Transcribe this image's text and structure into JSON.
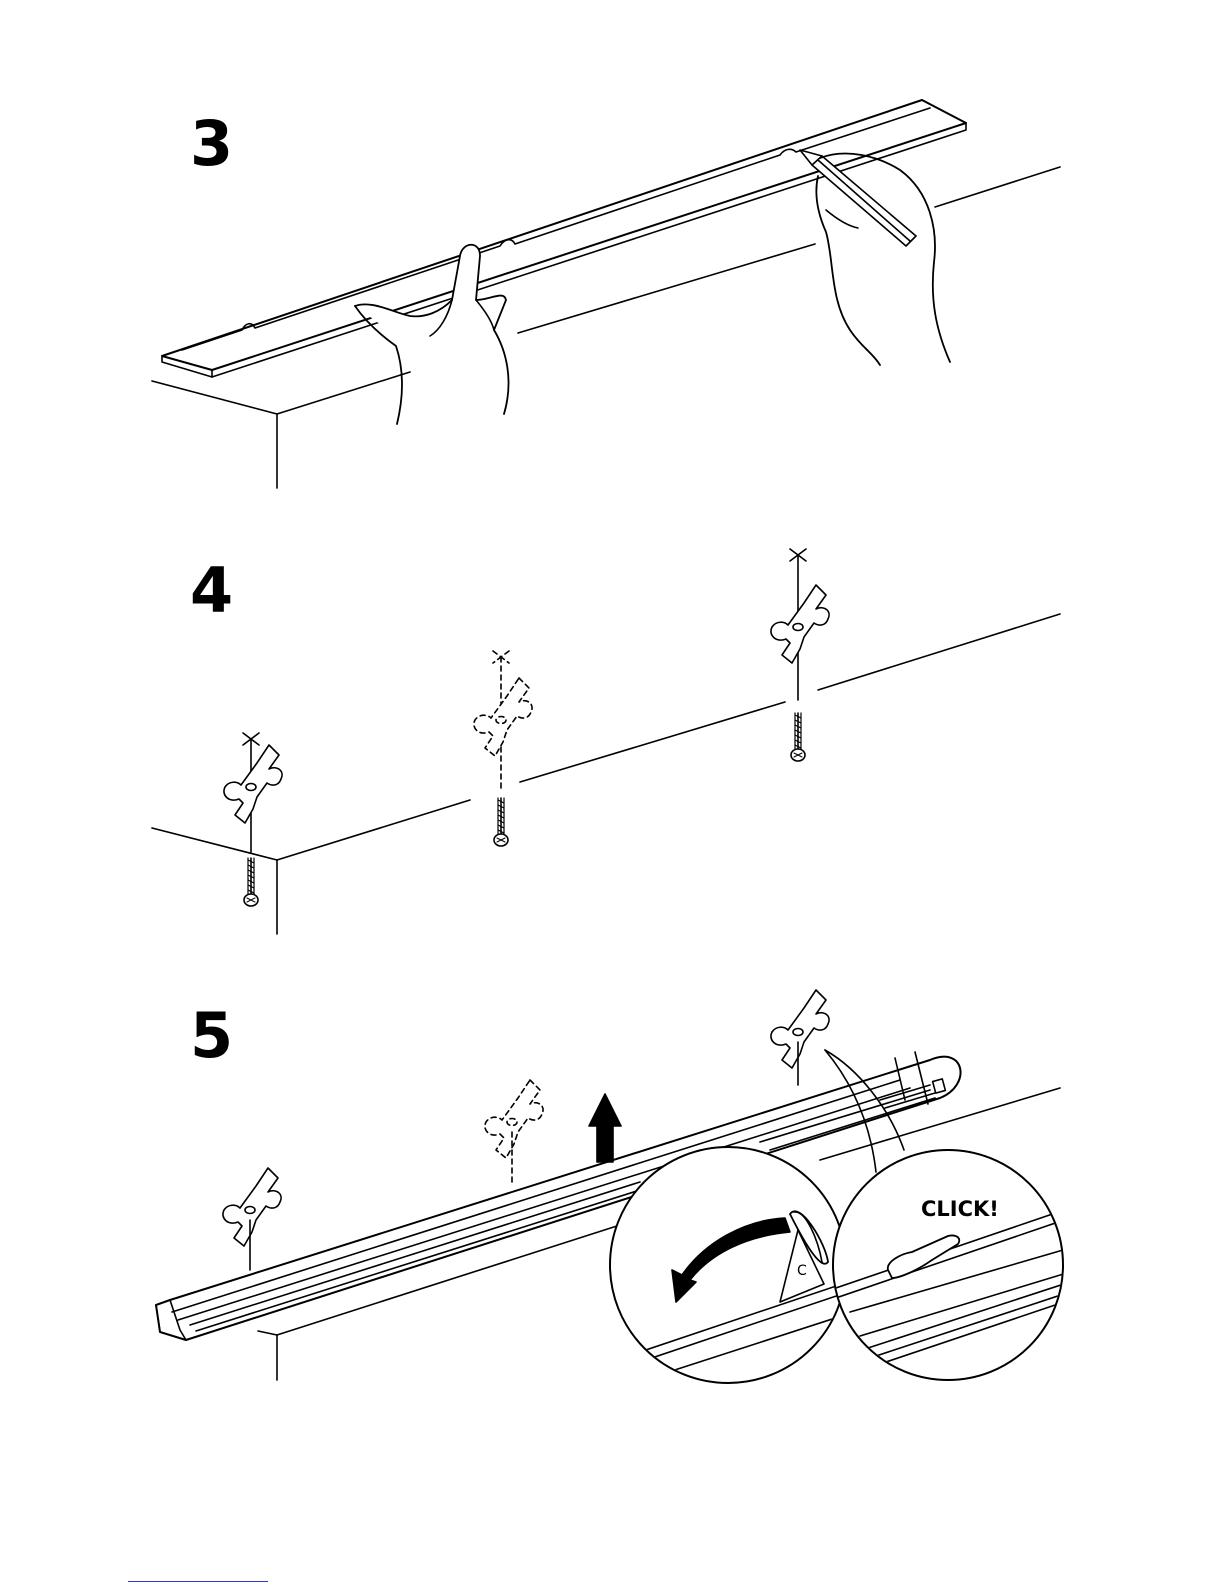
{
  "steps": {
    "step3": {
      "number": "3"
    },
    "step4": {
      "number": "4"
    },
    "step5": {
      "number": "5"
    }
  },
  "callout": {
    "click_text": "CLICK!",
    "part_letter": "C"
  },
  "colors": {
    "ink": "#000000",
    "paper": "#ffffff",
    "link_underline": "#2a3fd0"
  },
  "icons": {
    "arrow_up": "up-arrow-icon",
    "rotate_arrow": "curved-arrow-icon"
  }
}
